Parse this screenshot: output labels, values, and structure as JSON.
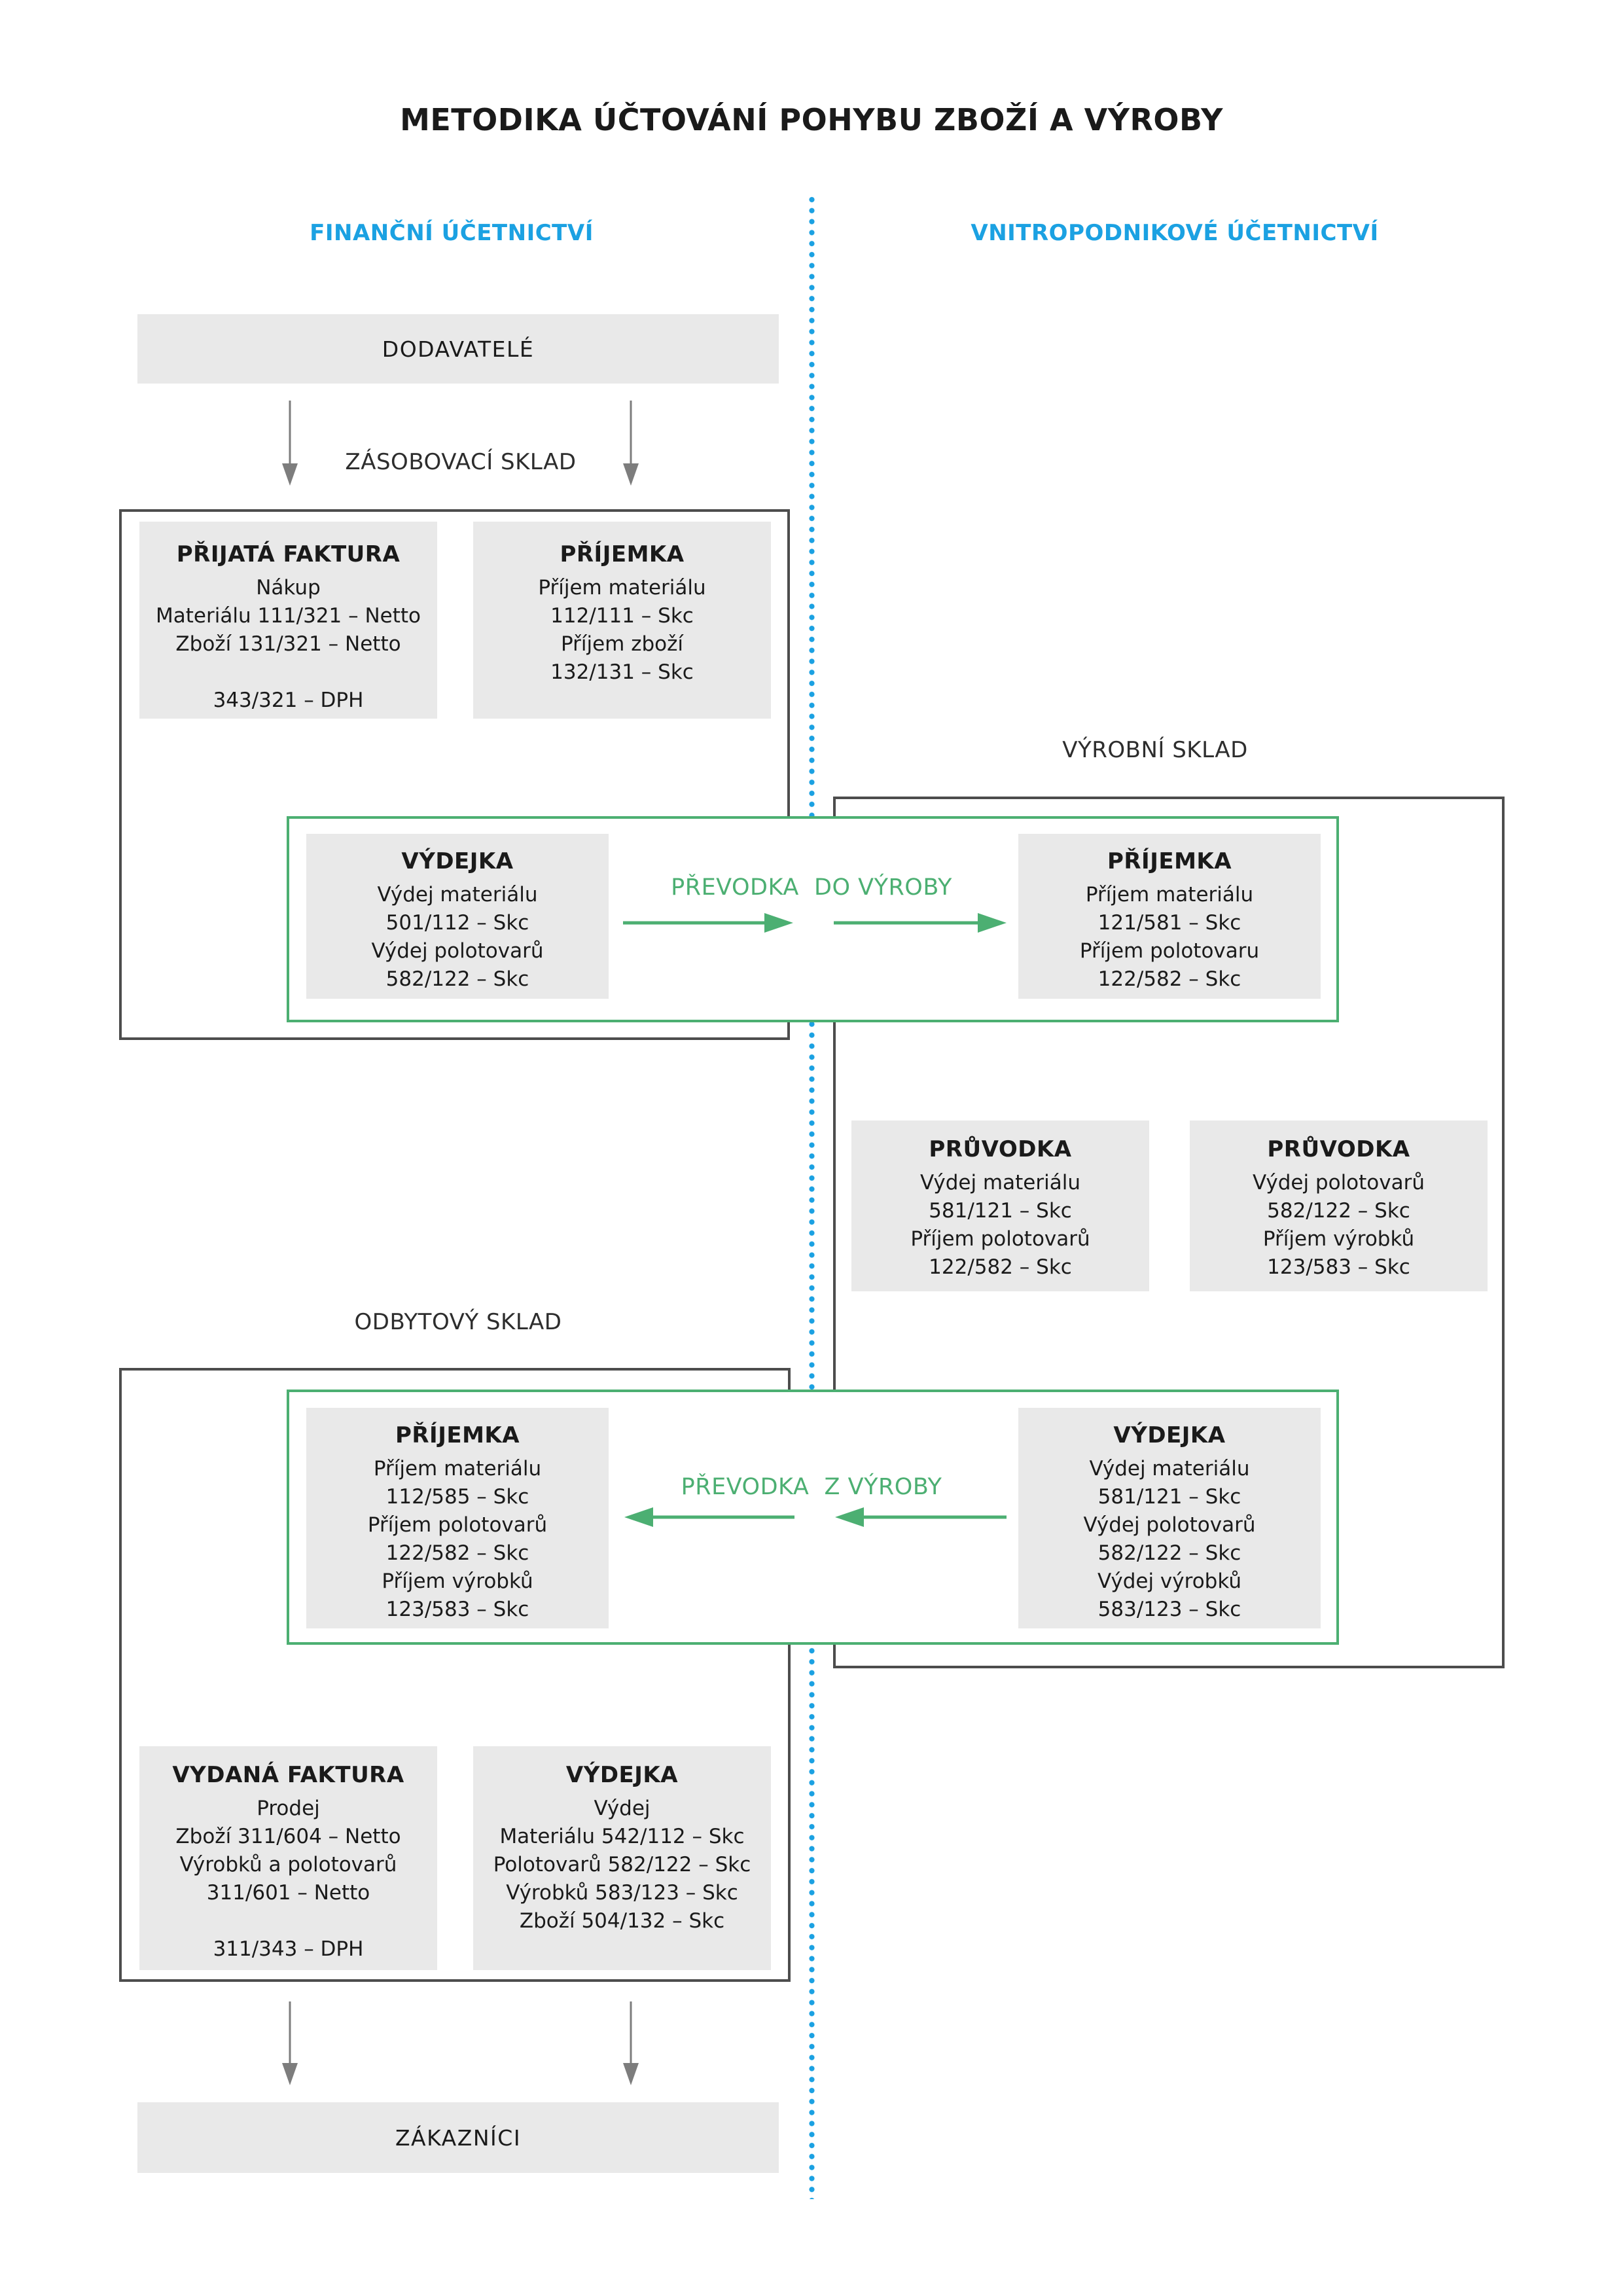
{
  "title": "METODIKA ÚČTOVÁNÍ POHYBU ZBOŽÍ A VÝROBY",
  "columns": {
    "left_header": "FINANČNÍ ÚČETNICTVÍ",
    "right_header": "VNITROPODNIKOVÉ ÚČETNICTVÍ"
  },
  "labels": {
    "suppliers": "DODAVATELÉ",
    "customers": "ZÁKAZNÍCI",
    "supply_warehouse": "ZÁSOBOVACÍ SKLAD",
    "production_warehouse": "VÝROBNÍ SKLAD",
    "sales_warehouse": "ODBYTOVÝ SKLAD",
    "transfer_to_production": "PŘEVODKA  DO VÝROBY",
    "transfer_from_production": "PŘEVODKA  Z VÝROBY"
  },
  "boxes": {
    "prijata_faktura": {
      "title": "PŘIJATÁ FAKTURA",
      "lines": [
        "Nákup",
        "Materiálu 111/321 – Netto",
        "Zboží 131/321 – Netto",
        "",
        "343/321 – DPH"
      ]
    },
    "prijemka_zasobovaci": {
      "title": "PŘÍJEMKA",
      "lines": [
        "Příjem materiálu",
        "112/111 – Skc",
        "Příjem zboží",
        "132/131 – Skc"
      ]
    },
    "vydejka_do_vyroby": {
      "title": "VÝDEJKA",
      "lines": [
        "Výdej materiálu",
        "501/112 – Skc",
        "Výdej polotovarů",
        "582/122 – Skc"
      ]
    },
    "prijemka_vyrobni": {
      "title": "PŘÍJEMKA",
      "lines": [
        "Příjem materiálu",
        "121/581 – Skc",
        "Příjem polotovaru",
        "122/582 – Skc"
      ]
    },
    "pruvodka_1": {
      "title": "PRŮVODKA",
      "lines": [
        "Výdej materiálu",
        "581/121 – Skc",
        "Příjem polotovarů",
        "122/582 – Skc"
      ]
    },
    "pruvodka_2": {
      "title": "PRŮVODKA",
      "lines": [
        "Výdej polotovarů",
        "582/122 – Skc",
        "Příjem výrobků",
        "123/583 – Skc"
      ]
    },
    "prijemka_odbytovy": {
      "title": "PŘÍJEMKA",
      "lines": [
        "Příjem materiálu",
        "112/585 – Skc",
        "Příjem polotovarů",
        "122/582 – Skc",
        "Příjem výrobků",
        "123/583 – Skc"
      ]
    },
    "vydejka_z_vyroby": {
      "title": "VÝDEJKA",
      "lines": [
        "Výdej materiálu",
        "581/121 – Skc",
        "Výdej polotovarů",
        "582/122 – Skc",
        "Výdej výrobků",
        "583/123 – Skc"
      ]
    },
    "vydana_faktura": {
      "title": "VYDANÁ FAKTURA",
      "lines": [
        "Prodej",
        "Zboží 311/604 – Netto",
        "Výrobků a polotovarů",
        "311/601 – Netto",
        "",
        "311/343 – DPH"
      ]
    },
    "vydejka_prodej": {
      "title": "VÝDEJKA",
      "lines": [
        "Výdej",
        "Materiálu 542/112 – Skc",
        "Polotovarů 582/122 – Skc",
        "Výrobků 583/123 – Skc",
        "Zboží 504/132 – Skc"
      ]
    }
  },
  "colors": {
    "accent_blue": "#1ba1e2",
    "accent_green": "#4caf72",
    "box_gray": "#e9e9e9",
    "border_dark": "#4d4d4d",
    "arrow_gray": "#7d7d7d",
    "text_dark": "#1a1a1a"
  }
}
